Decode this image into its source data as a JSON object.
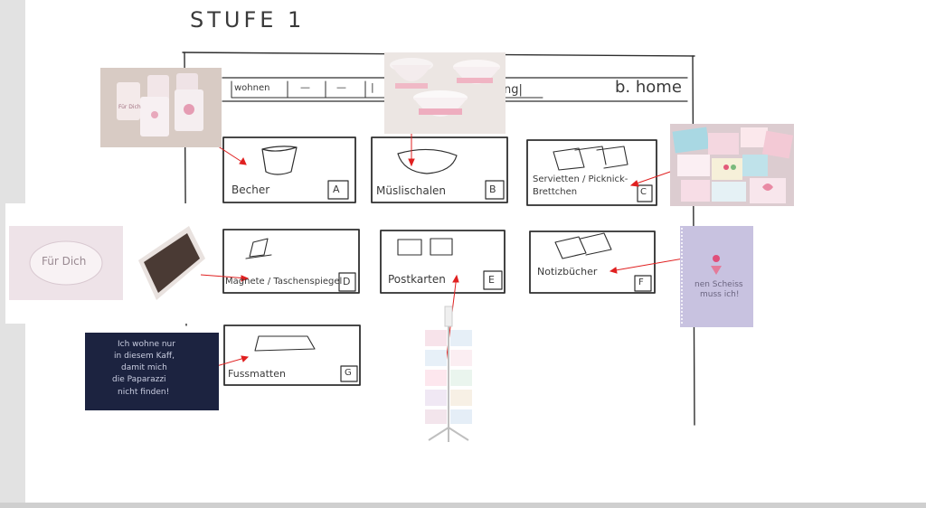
{
  "page": {
    "title": "STUFE 1",
    "brand": "b. home"
  },
  "navbar": {
    "items": [
      "wohnen",
      "—",
      "—",
      "|"
    ],
    "trailing": "ng|"
  },
  "cells": [
    {
      "label": "Becher",
      "code": "A"
    },
    {
      "label": "Müslischalen",
      "code": "B"
    },
    {
      "label": "Servietten / Picknick-",
      "label2": "Brettchen",
      "code": "C"
    },
    {
      "label": "Magnete / Taschenspiegel",
      "code": "D"
    },
    {
      "label": "Postkarten",
      "code": "E"
    },
    {
      "label": "Notizbücher",
      "code": "F"
    },
    {
      "label": "Fussmatten",
      "code": "G"
    }
  ],
  "photos": {
    "magnet_text": "Für Dich",
    "notebook_text": [
      "nen Scheiss",
      "muss ich!"
    ],
    "doormat_text": [
      "Ich wohne nur",
      "in diesem Kaff,",
      "damit mich",
      "die Paparazzi",
      "nicht finden!"
    ],
    "cup_text": "Für Dich"
  },
  "colors": {
    "ink": "#2f2f2f",
    "arrow": "#e02020",
    "doormat": "#1c2340",
    "notebook": "#c9c3e0",
    "magnet": "#efe6ec"
  }
}
